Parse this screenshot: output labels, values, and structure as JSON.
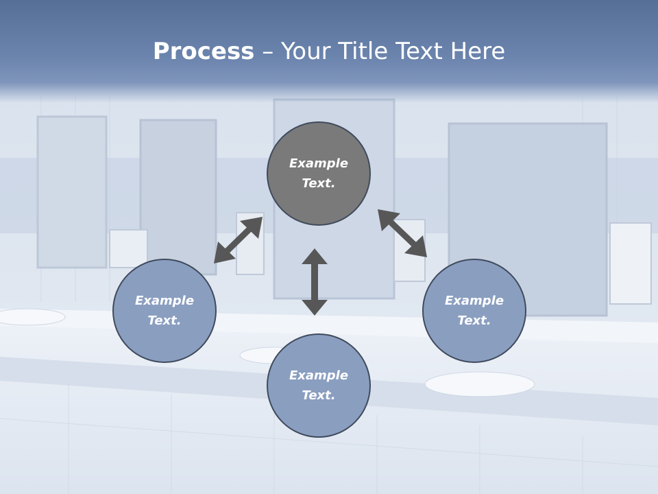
{
  "slide": {
    "title_bold": "Process",
    "title_rest": " – Your Title Text Here",
    "circles": {
      "top": "Example Text.",
      "left": "Example Text.",
      "right": "Example Text.",
      "bottom": "Example Text."
    }
  },
  "colors": {
    "title_band": "#6b84ad",
    "center_circle": "#7a7a7a",
    "outer_circle": "#8a9ec0",
    "arrow": "#575757"
  }
}
